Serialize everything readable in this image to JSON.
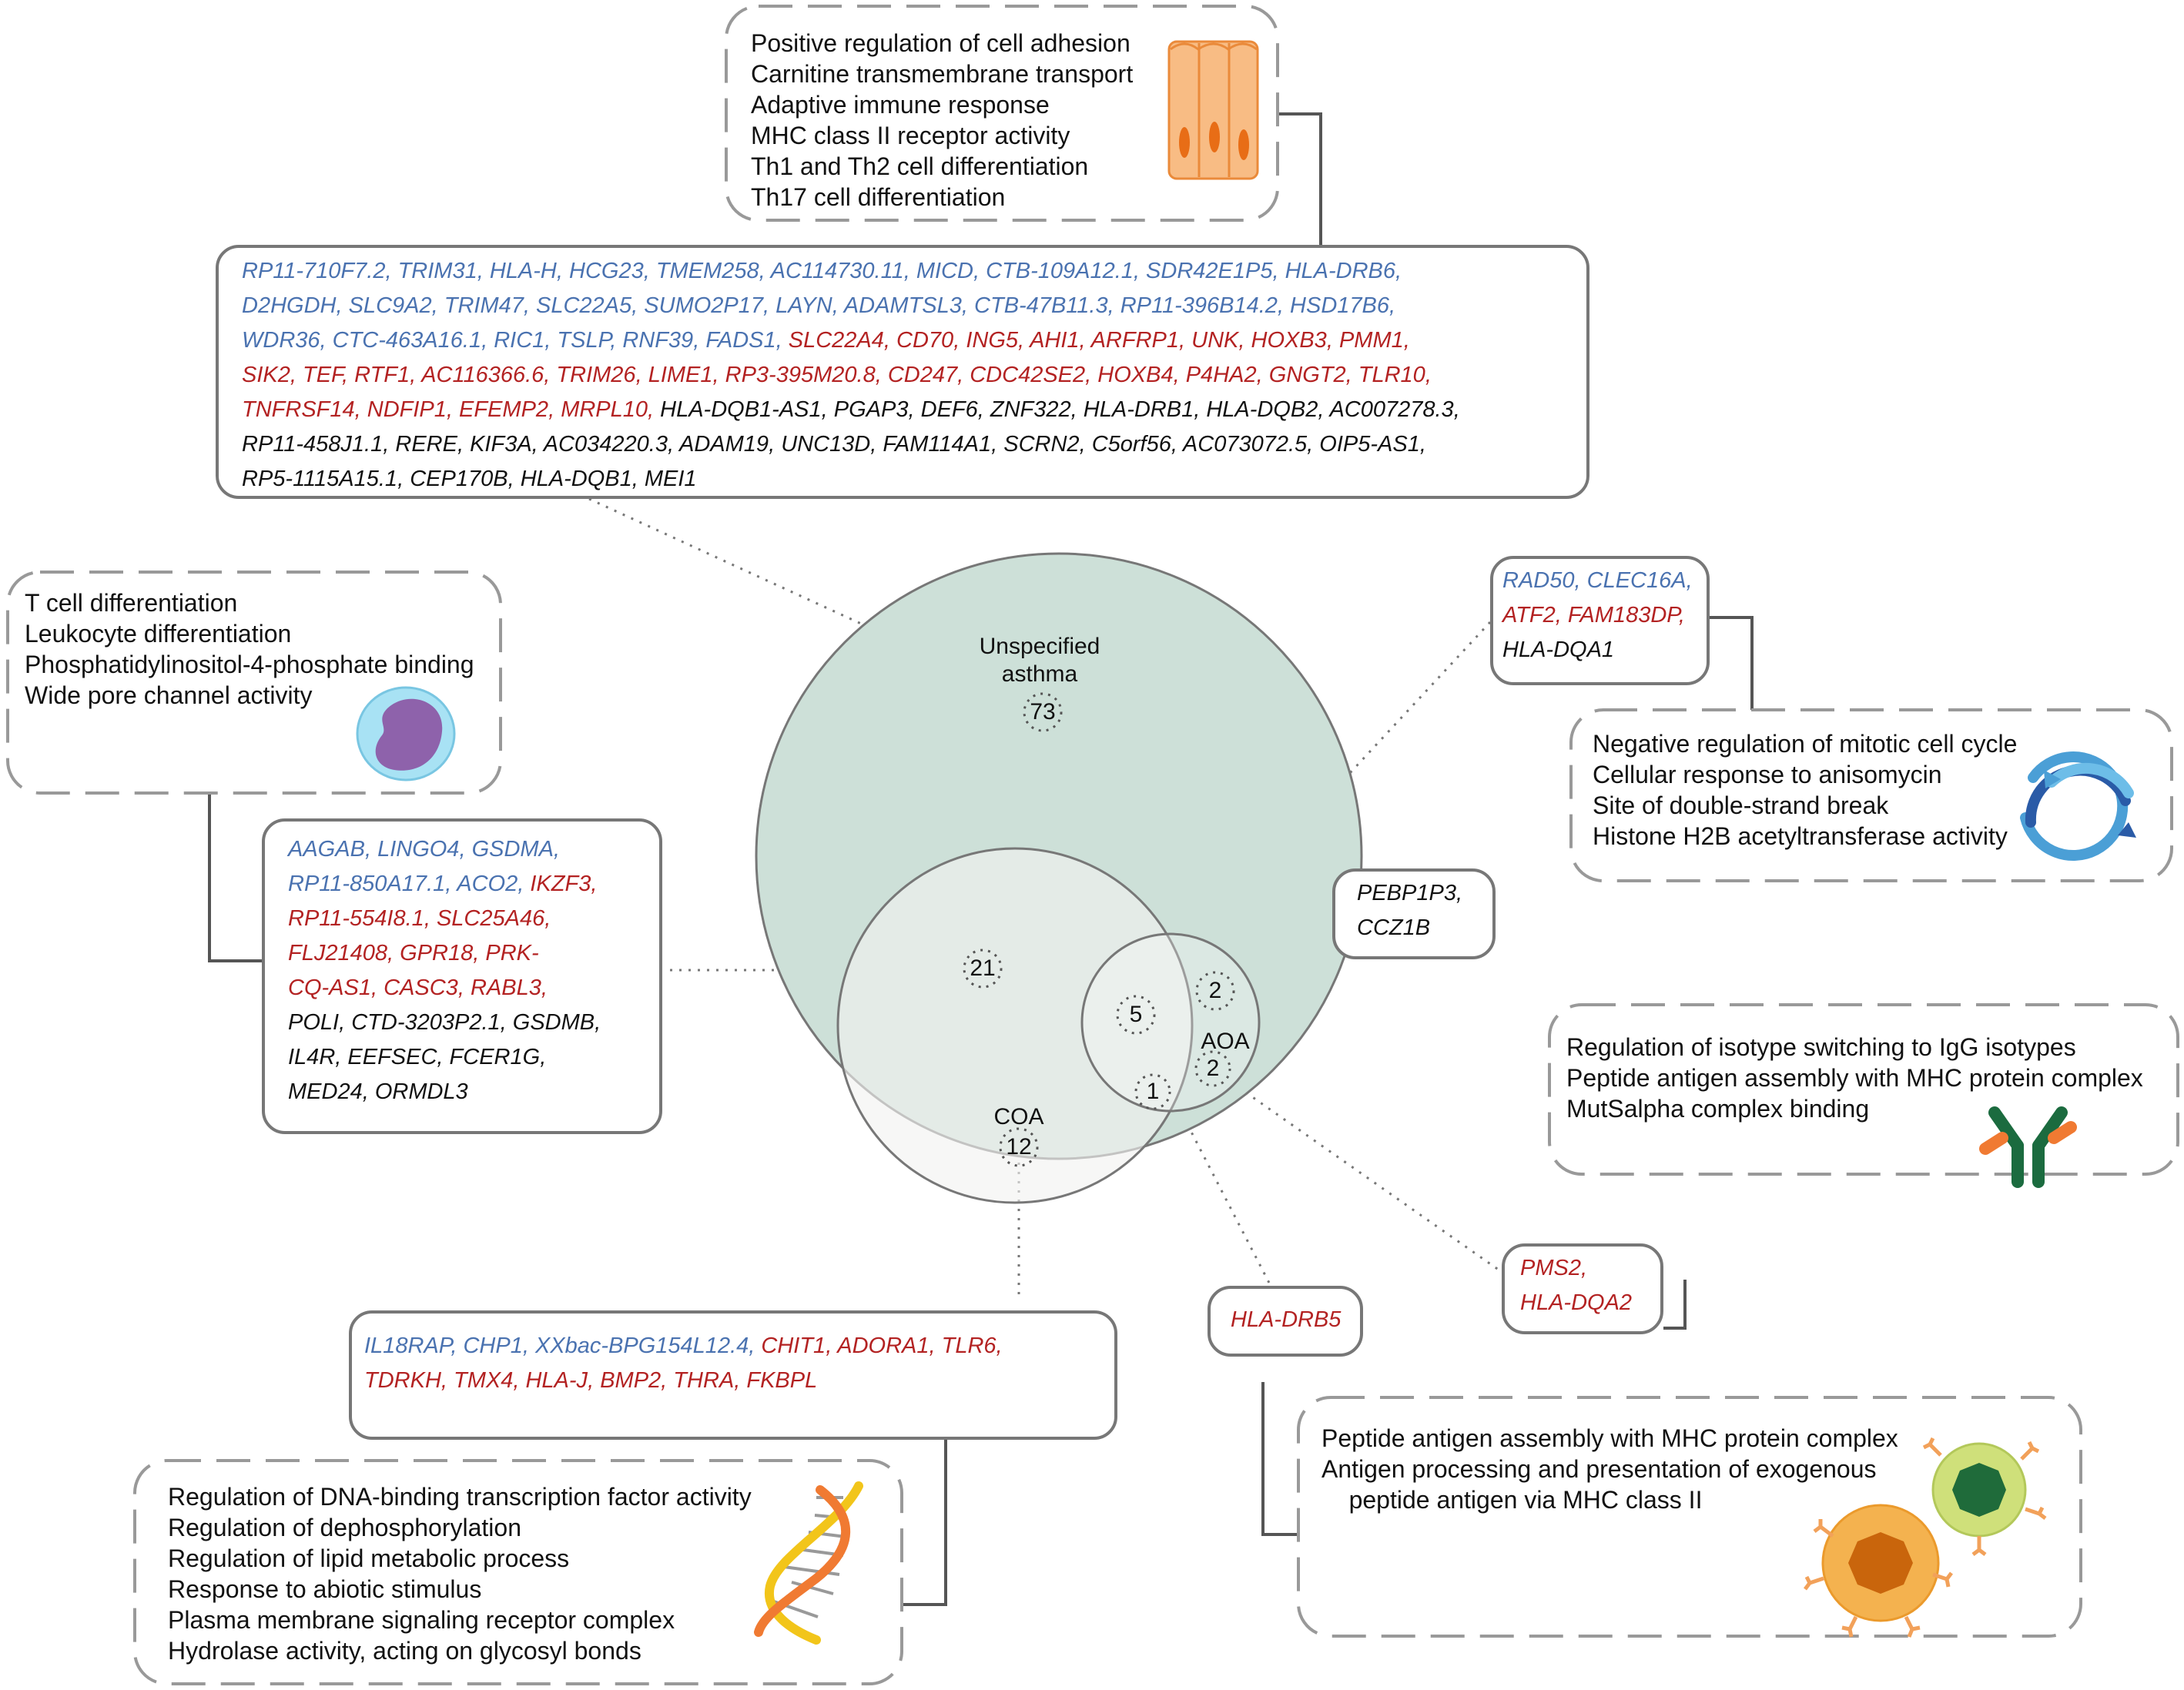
{
  "colors": {
    "upregulated": "#4a72b0",
    "downregulated": "#b32222",
    "neutral": "#111111",
    "unspecified_circle": "#cde0d8",
    "coa_circle": "#f2f2f0"
  },
  "venn": {
    "unspecified_label": "Unspecified\nasthma",
    "unspecified_count": "73",
    "coa_label": "COA",
    "coa_count": "12",
    "aoa_label": "AOA",
    "aoa_count": "2",
    "unspec_coa_count": "21",
    "all_three_count": "5",
    "unspec_aoa_count": "2",
    "coa_aoa_count": "1"
  },
  "panels": {
    "unspecified": {
      "terms": [
        "Positive regulation of cell adhesion",
        "Carnitine transmembrane transport",
        "Adaptive immune response",
        "MHC class II receptor activity",
        "Th1 and Th2 cell differentiation",
        "Th17 cell differentiation"
      ],
      "icon": "epithelial-cells-icon",
      "gene_lines": [
        [
          [
            "RP11-710F7.2",
            "blue"
          ],
          [
            "TRIM31",
            "blue"
          ],
          [
            "HLA-H",
            "blue"
          ],
          [
            "HCG23",
            "blue"
          ],
          [
            "TMEM258",
            "blue"
          ],
          [
            "AC114730.11",
            "blue"
          ],
          [
            "MICD",
            "blue"
          ],
          [
            "CTB-109A12.1",
            "blue"
          ],
          [
            "SDR42E1P5",
            "blue"
          ],
          [
            "HLA-DRB6",
            "blue"
          ]
        ],
        [
          [
            "D2HGDH",
            "blue"
          ],
          [
            "SLC9A2",
            "blue"
          ],
          [
            "TRIM47",
            "blue"
          ],
          [
            "SLC22A5",
            "blue"
          ],
          [
            "SUMO2P17",
            "blue"
          ],
          [
            "LAYN",
            "blue"
          ],
          [
            "ADAMTSL3",
            "blue"
          ],
          [
            "CTB-47B11.3",
            "blue"
          ],
          [
            "RP11-396B14.2",
            "blue"
          ],
          [
            "HSD17B6",
            "blue"
          ]
        ],
        [
          [
            "WDR36",
            "blue"
          ],
          [
            "CTC-463A16.1",
            "blue"
          ],
          [
            "RIC1",
            "blue"
          ],
          [
            "TSLP",
            "blue"
          ],
          [
            "RNF39",
            "blue"
          ],
          [
            "FADS1",
            "blue"
          ],
          [
            "SLC22A4",
            "red"
          ],
          [
            "CD70",
            "red"
          ],
          [
            "ING5",
            "red"
          ],
          [
            "AHI1",
            "red"
          ],
          [
            "ARFRP1",
            "red"
          ],
          [
            "UNK",
            "red"
          ],
          [
            "HOXB3",
            "red"
          ],
          [
            "PMM1",
            "red"
          ]
        ],
        [
          [
            "SIK2",
            "red"
          ],
          [
            "TEF",
            "red"
          ],
          [
            "RTF1",
            "red"
          ],
          [
            "AC116366.6",
            "red"
          ],
          [
            "TRIM26",
            "red"
          ],
          [
            "LIME1",
            "red"
          ],
          [
            "RP3-395M20.8",
            "red"
          ],
          [
            "CD247",
            "red"
          ],
          [
            "CDC42SE2",
            "red"
          ],
          [
            "HOXB4",
            "red"
          ],
          [
            "P4HA2",
            "red"
          ],
          [
            "GNGT2",
            "red"
          ],
          [
            "TLR10",
            "red"
          ]
        ],
        [
          [
            "TNFRSF14",
            "red"
          ],
          [
            "NDFIP1",
            "red"
          ],
          [
            "EFEMP2",
            "red"
          ],
          [
            "MRPL10",
            "red"
          ],
          [
            "HLA-DQB1-AS1",
            "black"
          ],
          [
            "PGAP3",
            "black"
          ],
          [
            "DEF6",
            "black"
          ],
          [
            "ZNF322",
            "black"
          ],
          [
            "HLA-DRB1",
            "black"
          ],
          [
            "HLA-DQB2",
            "black"
          ],
          [
            "AC007278.3",
            "black"
          ]
        ],
        [
          [
            "RP11-458J1.1",
            "black"
          ],
          [
            "RERE",
            "black"
          ],
          [
            "KIF3A",
            "black"
          ],
          [
            "AC034220.3",
            "black"
          ],
          [
            "ADAM19",
            "black"
          ],
          [
            "UNC13D",
            "black"
          ],
          [
            "FAM114A1",
            "black"
          ],
          [
            "SCRN2",
            "black"
          ],
          [
            "C5orf56",
            "black"
          ],
          [
            "AC073072.5",
            "black"
          ],
          [
            "OIP5-AS1",
            "black"
          ]
        ],
        [
          [
            "RP5-1115A15.1",
            "black"
          ],
          [
            "CEP170B",
            "black"
          ],
          [
            "HLA-DQB1",
            "black"
          ],
          [
            "MEI1",
            "black"
          ]
        ]
      ]
    },
    "unspec_coa": {
      "terms": [
        "T cell differentiation",
        "Leukocyte differentiation",
        "Phosphatidylinositol-4-phosphate binding",
        "Wide pore channel activity"
      ],
      "icon": "cell-nucleus-icon",
      "gene_lines": [
        [
          [
            "AAGAB",
            "blue"
          ],
          [
            "LINGO4",
            "blue"
          ],
          [
            "GSDMA",
            "blue"
          ]
        ],
        [
          [
            "RP11-850A17.1",
            "blue"
          ],
          [
            "ACO2",
            "blue"
          ],
          [
            "IKZF3",
            "red"
          ]
        ],
        [
          [
            "RP11-554I8.1",
            "red"
          ],
          [
            "SLC25A46",
            "red"
          ]
        ],
        [
          [
            "FLJ21408",
            "red"
          ],
          [
            "GPR18",
            "red"
          ],
          [
            "PRK-",
            "red"
          ]
        ],
        [
          [
            "CQ-AS1",
            "red"
          ],
          [
            "CASC3",
            "red"
          ],
          [
            "RABL3",
            "red"
          ]
        ],
        [
          [
            "POLI",
            "black"
          ],
          [
            "CTD-3203P2.1",
            "black"
          ],
          [
            "GSDMB",
            "black"
          ]
        ],
        [
          [
            "IL4R",
            "black"
          ],
          [
            "EEFSEC",
            "black"
          ],
          [
            "FCER1G",
            "black"
          ]
        ],
        [
          [
            "MED24",
            "black"
          ],
          [
            "ORMDL3",
            "black"
          ]
        ]
      ]
    },
    "all_three": {
      "gene_lines": [
        [
          [
            "RAD50",
            "blue"
          ],
          [
            "CLEC16A",
            "blue"
          ]
        ],
        [
          [
            "ATF2",
            "red"
          ],
          [
            "FAM183DP",
            "red"
          ]
        ],
        [
          [
            "HLA-DQA1",
            "black"
          ]
        ]
      ],
      "terms": [
        "Negative regulation of mitotic cell cycle",
        "Cellular response to anisomycin",
        "Site of double-strand break",
        "Histone H2B acetyltransferase activity"
      ],
      "icon": "cell-cycle-icon"
    },
    "unspec_aoa": {
      "gene_lines": [
        [
          [
            "PEBP1P3",
            "black"
          ]
        ],
        [
          [
            "CCZ1B",
            "black"
          ]
        ]
      ]
    },
    "aoa": {
      "terms": [
        "Regulation of isotype switching to IgG isotypes",
        "Peptide antigen assembly with MHC protein complex",
        "MutSalpha complex binding"
      ],
      "icon": "antibody-icon",
      "gene_lines": [
        [
          [
            "PMS2",
            "red"
          ]
        ],
        [
          [
            "HLA-DQA2",
            "red"
          ]
        ]
      ]
    },
    "coa_aoa": {
      "gene_lines": [
        [
          [
            "HLA-DRB5",
            "red"
          ]
        ]
      ],
      "terms": [
        "Peptide antigen assembly with MHC protein complex",
        "Antigen processing and presentation of exogenous",
        "    peptide antigen via MHC class II"
      ],
      "icon": "immune-cells-icon"
    },
    "coa": {
      "gene_lines": [
        [
          [
            "IL18RAP",
            "blue"
          ],
          [
            "CHP1",
            "blue"
          ],
          [
            "XXbac-BPG154L12.4",
            "blue"
          ],
          [
            "CHIT1",
            "red"
          ],
          [
            "ADORA1",
            "red"
          ],
          [
            "TLR6",
            "red"
          ]
        ],
        [
          [
            "TDRKH",
            "red"
          ],
          [
            "TMX4",
            "red"
          ],
          [
            "HLA-J",
            "red"
          ],
          [
            "BMP2",
            "red"
          ],
          [
            "THRA",
            "red"
          ],
          [
            "FKBPL",
            "red"
          ]
        ]
      ],
      "terms": [
        "Regulation of DNA-binding transcription factor activity",
        "Regulation of dephosphorylation",
        "Regulation of lipid metabolic process",
        "Response to abiotic stimulus",
        "Plasma membrane signaling receptor complex",
        "Hydrolase activity, acting on glycosyl bonds"
      ],
      "icon": "dna-icon"
    }
  }
}
